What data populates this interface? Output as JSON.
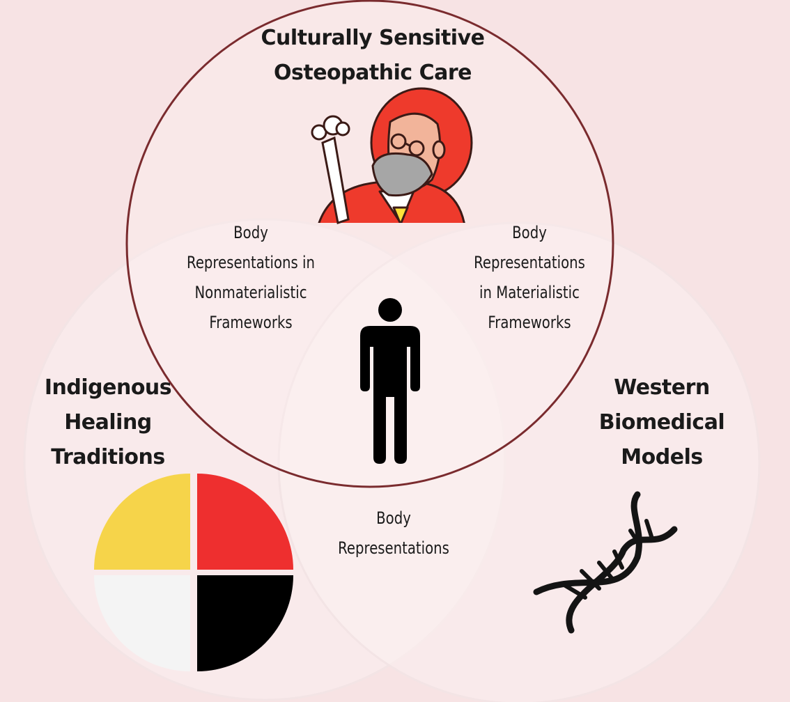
{
  "titles": {
    "top": "Culturally Sensitive\nOsteopathic Care",
    "left": "Indigenous\nHealing\nTraditions",
    "right": "Western\nBiomedical\nModels"
  },
  "regions": {
    "top_left": "Body\nRepresentations in\nNonmaterialistic\nFrameworks",
    "top_right": "Body\nRepresentations\nin Materialistic\nFrameworks",
    "bottom": "Body\nRepresentations"
  },
  "colors": {
    "background": "#f7e3e4",
    "circle_fill": "#fbf0f1",
    "circle_outline": "#7a2b2e",
    "medicine_wheel": [
      "#f6d44a",
      "#ee2f2f",
      "#f4f4f4",
      "#000000"
    ]
  },
  "icons": [
    "osteopath-portrait-icon",
    "bone-icon",
    "person-icon",
    "medicine-wheel-icon",
    "dna-icon"
  ]
}
